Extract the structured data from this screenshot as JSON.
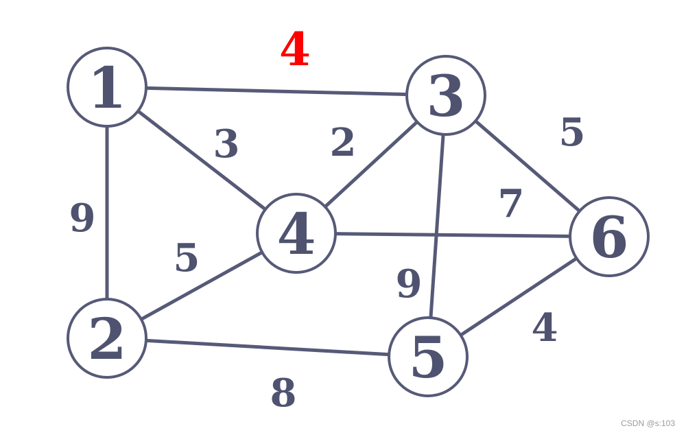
{
  "graph": {
    "nodes": [
      {
        "id": "1",
        "label": "1"
      },
      {
        "id": "2",
        "label": "2"
      },
      {
        "id": "3",
        "label": "3"
      },
      {
        "id": "4",
        "label": "4"
      },
      {
        "id": "5",
        "label": "5"
      },
      {
        "id": "6",
        "label": "6"
      }
    ],
    "edges": [
      {
        "from": "1",
        "to": "3",
        "weight": "4",
        "highlighted": true
      },
      {
        "from": "1",
        "to": "4",
        "weight": "3",
        "highlighted": false
      },
      {
        "from": "1",
        "to": "2",
        "weight": "9",
        "highlighted": false
      },
      {
        "from": "3",
        "to": "4",
        "weight": "2",
        "highlighted": false
      },
      {
        "from": "3",
        "to": "6",
        "weight": "5",
        "highlighted": false
      },
      {
        "from": "4",
        "to": "6",
        "weight": "7",
        "highlighted": false
      },
      {
        "from": "3",
        "to": "5",
        "weight": "9",
        "highlighted": false
      },
      {
        "from": "2",
        "to": "4",
        "weight": "5",
        "highlighted": false
      },
      {
        "from": "5",
        "to": "6",
        "weight": "4",
        "highlighted": false
      },
      {
        "from": "2",
        "to": "5",
        "weight": "8",
        "highlighted": false
      }
    ]
  },
  "colors": {
    "edge": "#565a77",
    "label": "#4f5370",
    "highlight": "#ff0000"
  },
  "watermark": "CSDN @s:103"
}
